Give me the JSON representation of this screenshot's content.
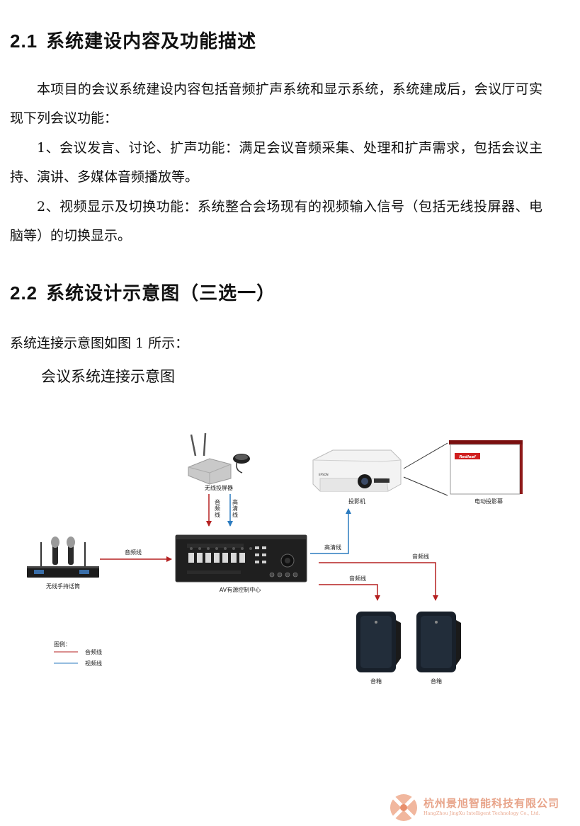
{
  "section1": {
    "number": "2.1",
    "title": "系统建设内容及功能描述"
  },
  "intro": "本项目的会议系统建设内容包括音频扩声系统和显示系统，系统建成后，会议厅可实现下列会议功能：",
  "item1": "1、会议发言、讨论、扩声功能：满足会议音频采集、处理和扩声需求，包括会议主持、演讲、多媒体音频播放等。",
  "item2": "2、视频显示及切换功能：系统整合会场现有的视频输入信号（包括无线投屏器、电脑等）的切换显示。",
  "section2": {
    "number": "2.2",
    "title": "系统设计示意图（三选一）"
  },
  "ref_line": "系统连接示意图如图 1 所示：",
  "caption": "会议系统连接示意图",
  "diagram": {
    "wireless_caster": "无线投屏器",
    "audio_line_v1": "音",
    "audio_line_v2": "频",
    "audio_line_v3": "线",
    "hd_line_v1": "高",
    "hd_line_v2": "清",
    "hd_line_v3": "线",
    "projector": "投影机",
    "screen": "电动投影幕",
    "screen_brand": "Redleaf",
    "mic": "无线手持话筒",
    "mic_line": "音频线",
    "controller": "AV有源控制中心",
    "hd_line": "高清线",
    "speaker_line_1": "音频线",
    "speaker_line_2": "音频线",
    "speaker_1": "音箱",
    "speaker_2": "音箱",
    "legend_title": "图例：",
    "legend_audio": "音频线",
    "legend_video": "视频线",
    "colors": {
      "audio": "#b52121",
      "video": "#2b7bbf"
    }
  },
  "footer": {
    "company_cn": "杭州景旭智能科技有限公司",
    "company_en": "HangZhou JingXu Intelligent Technology Co., Ltd."
  }
}
